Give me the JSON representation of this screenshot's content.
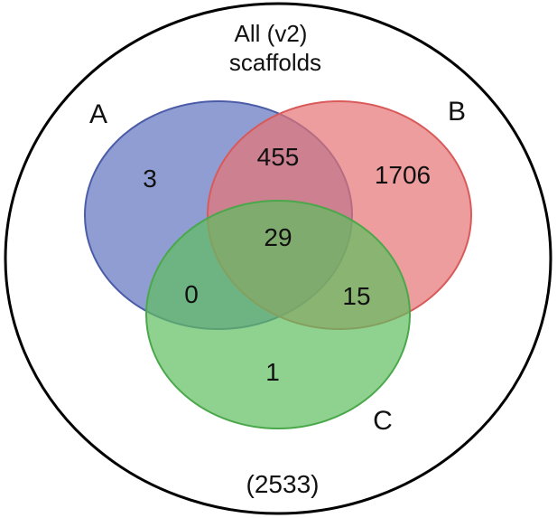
{
  "diagram": {
    "type": "venn",
    "universe": {
      "title_line1": "All (v2)",
      "title_line2": "scaffolds",
      "total": "(2533)"
    },
    "sets": [
      {
        "id": "A",
        "label": "A",
        "fill": "#5f74c0",
        "stroke": "#4a5ca8"
      },
      {
        "id": "B",
        "label": "B",
        "fill": "#e57474",
        "stroke": "#d85a5a"
      },
      {
        "id": "C",
        "label": "C",
        "fill": "#5fbd5f",
        "stroke": "#4aa84a"
      }
    ],
    "regions": {
      "a_only": "3",
      "b_only": "1706",
      "c_only": "1",
      "ab": "455",
      "ac": "0",
      "bc": "15",
      "abc": "29"
    }
  }
}
